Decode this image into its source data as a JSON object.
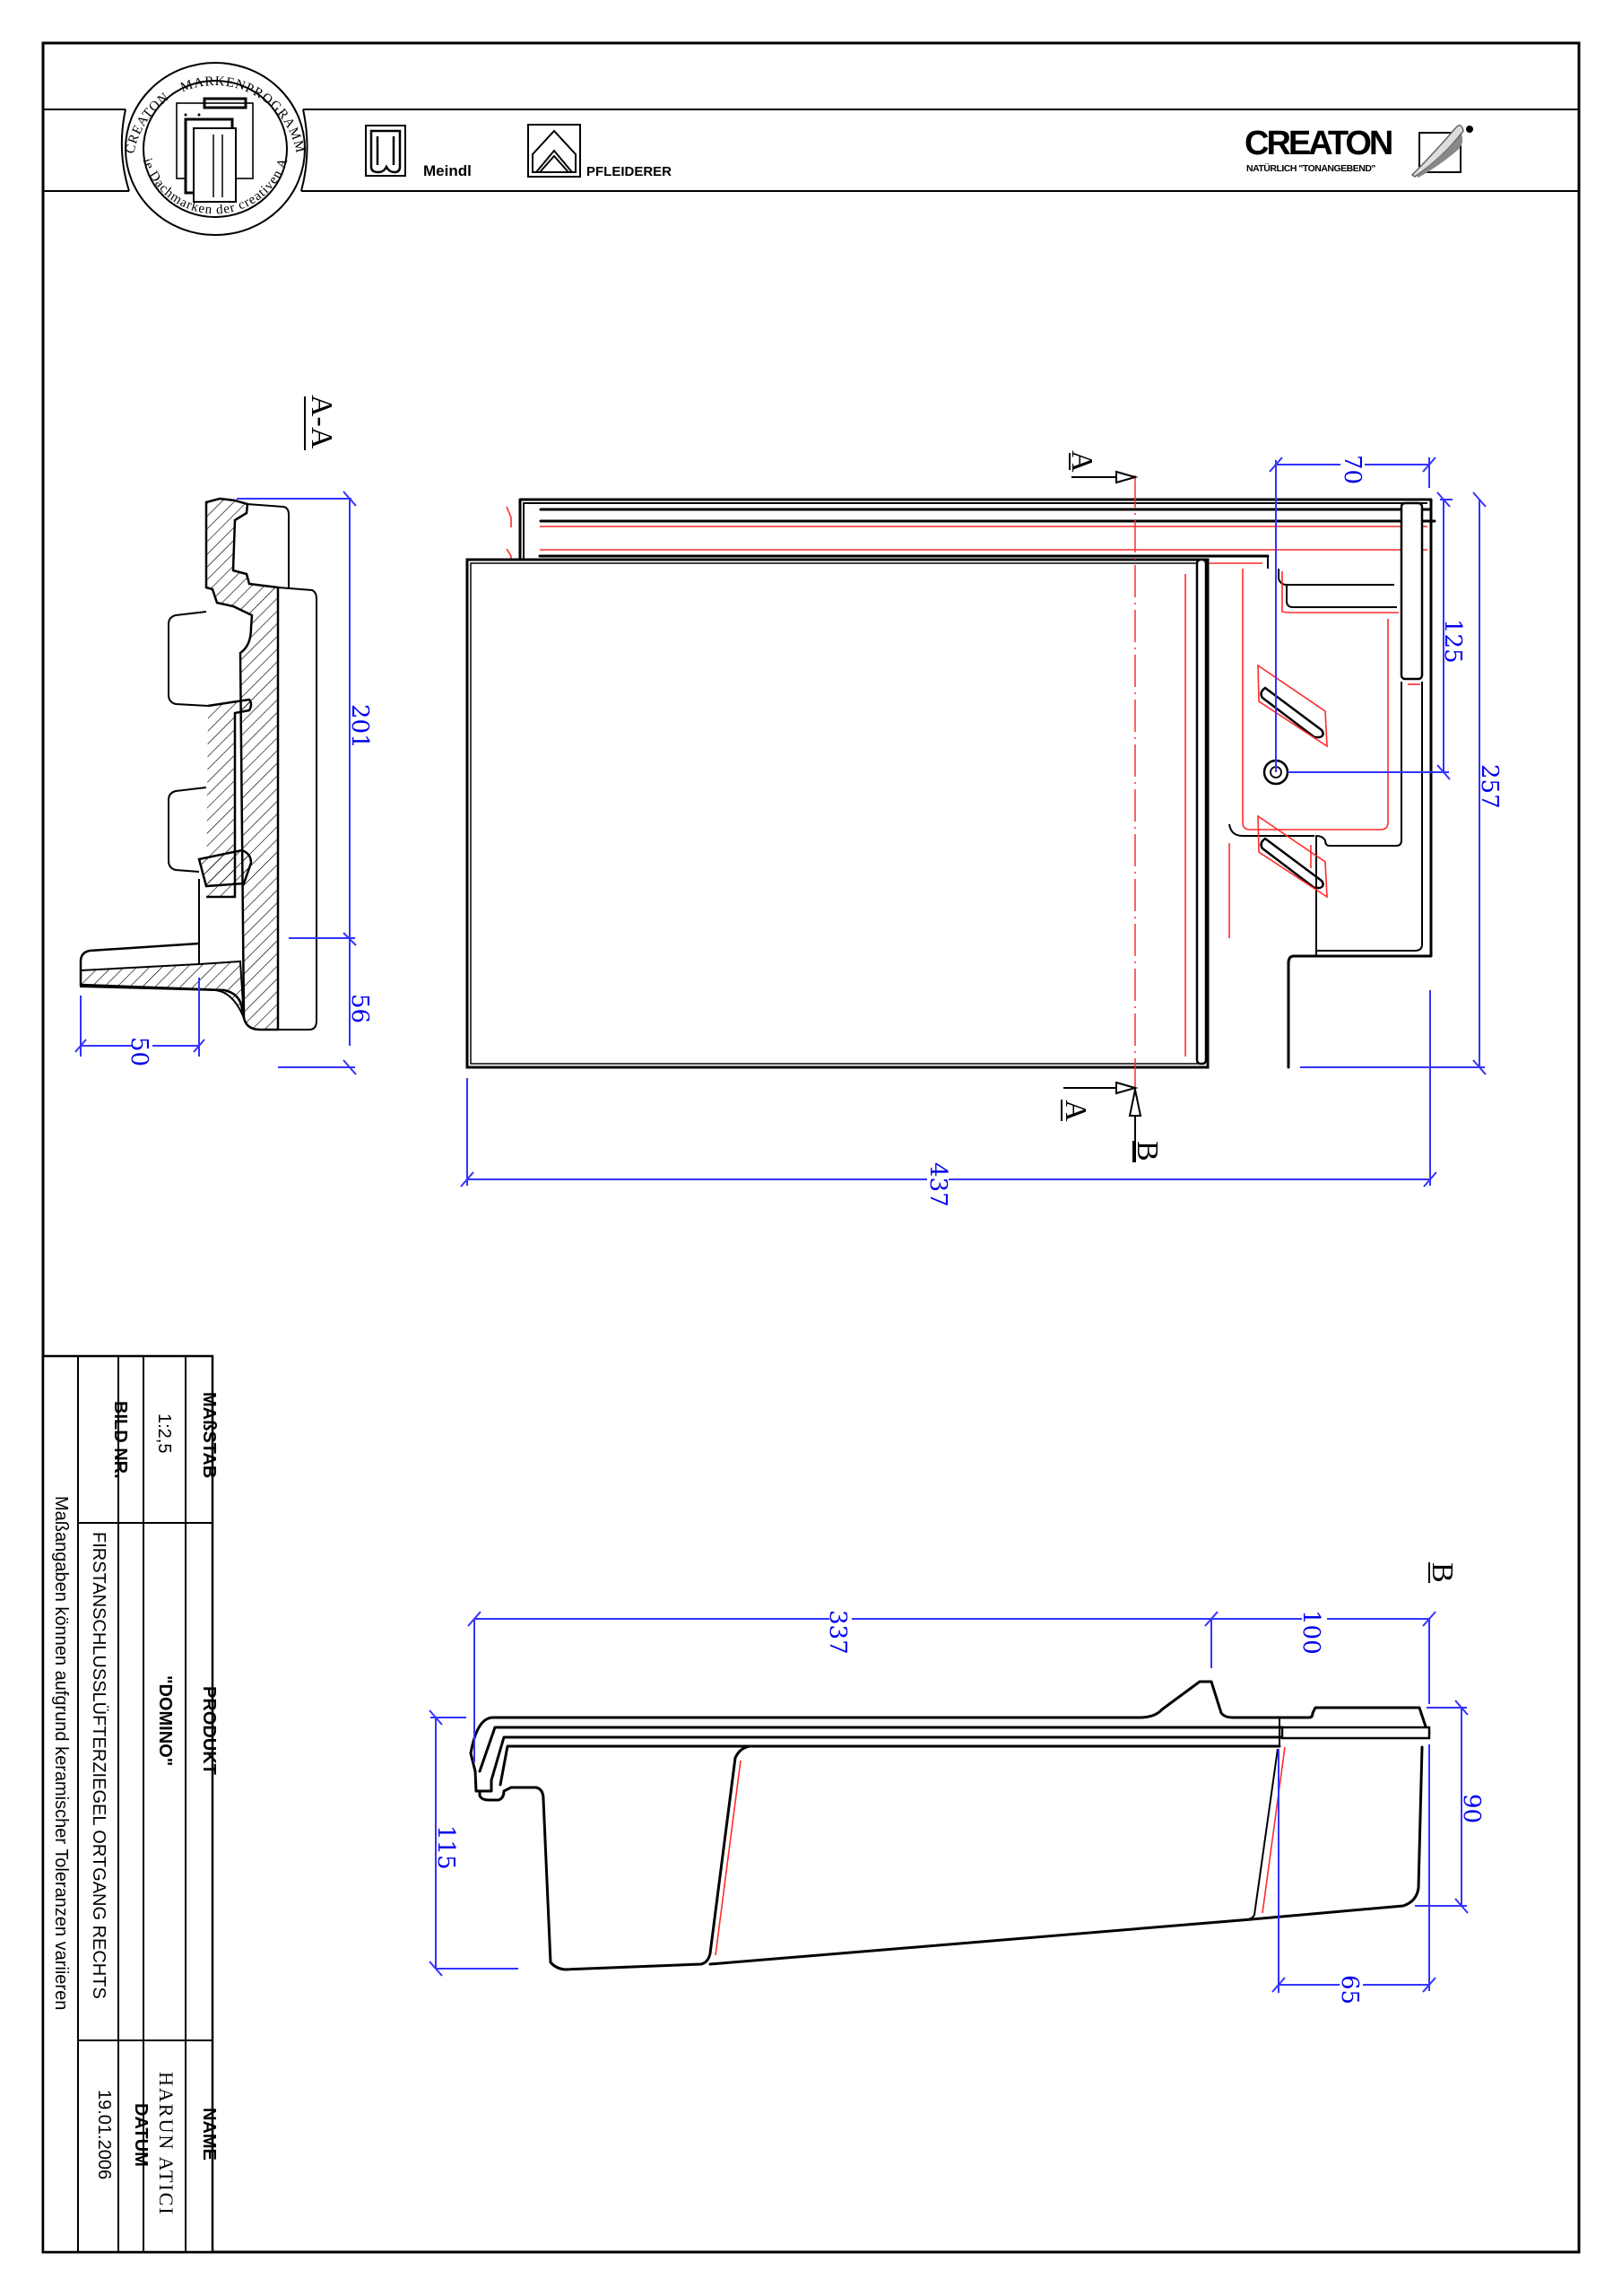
{
  "header": {
    "seal": {
      "top_text": "CREATON - MARKENPROGRAMM",
      "bottom_text": "Die Dachmarken der creativen Art"
    },
    "brands": [
      {
        "name": "Meindl",
        "icon": "meindl-m-icon"
      },
      {
        "name": "PFLEIDERER",
        "icon": "pfleiderer-chevron-icon"
      }
    ],
    "creaton_logo": {
      "wordmark": "CREATON",
      "tagline": "NATÜRLICH \"TONANGEBEND\"",
      "icon": "feather-icon"
    }
  },
  "views": {
    "section_aa": {
      "label": "A-A",
      "dimensions": {
        "height_main": "201",
        "height_lower": "56",
        "foot_width": "50"
      }
    },
    "plan": {
      "section_marker_top": "A",
      "section_marker_bottom": "A",
      "view_marker": "B",
      "dimensions": {
        "top_offset": "70",
        "hole_offset": "125",
        "right_height": "257",
        "total_width": "437"
      }
    },
    "side_b": {
      "label": "B",
      "dimensions": {
        "main_length": "337",
        "end_length": "100",
        "left_height": "115",
        "right_height": "90",
        "bottom_right": "65"
      }
    }
  },
  "title_block": {
    "massstab_label": "MAßSTAB",
    "massstab_value": "1:2,5",
    "produkt_label": "PRODUKT",
    "produkt_value": "\"DOMINO\"",
    "name_label": "NAME",
    "name_value": "HARUN  ATICI",
    "bild_nr_label": "BILD NR.",
    "bild_nr_value": "",
    "description": "FIRSTANSCHLUSSLÜFTERZIEGEL  ORTGANG  RECHTS",
    "datum_label": "DATUM",
    "datum_value": "19.01.2006",
    "note": "Maßangaben  können  aufgrund  keramischer  Toleranzen  variieren"
  },
  "colors": {
    "outline": "#000000",
    "hidden_lines": "#ff2b2b",
    "dimensions": "#3333ff",
    "dimension_text": "#0000ee"
  }
}
